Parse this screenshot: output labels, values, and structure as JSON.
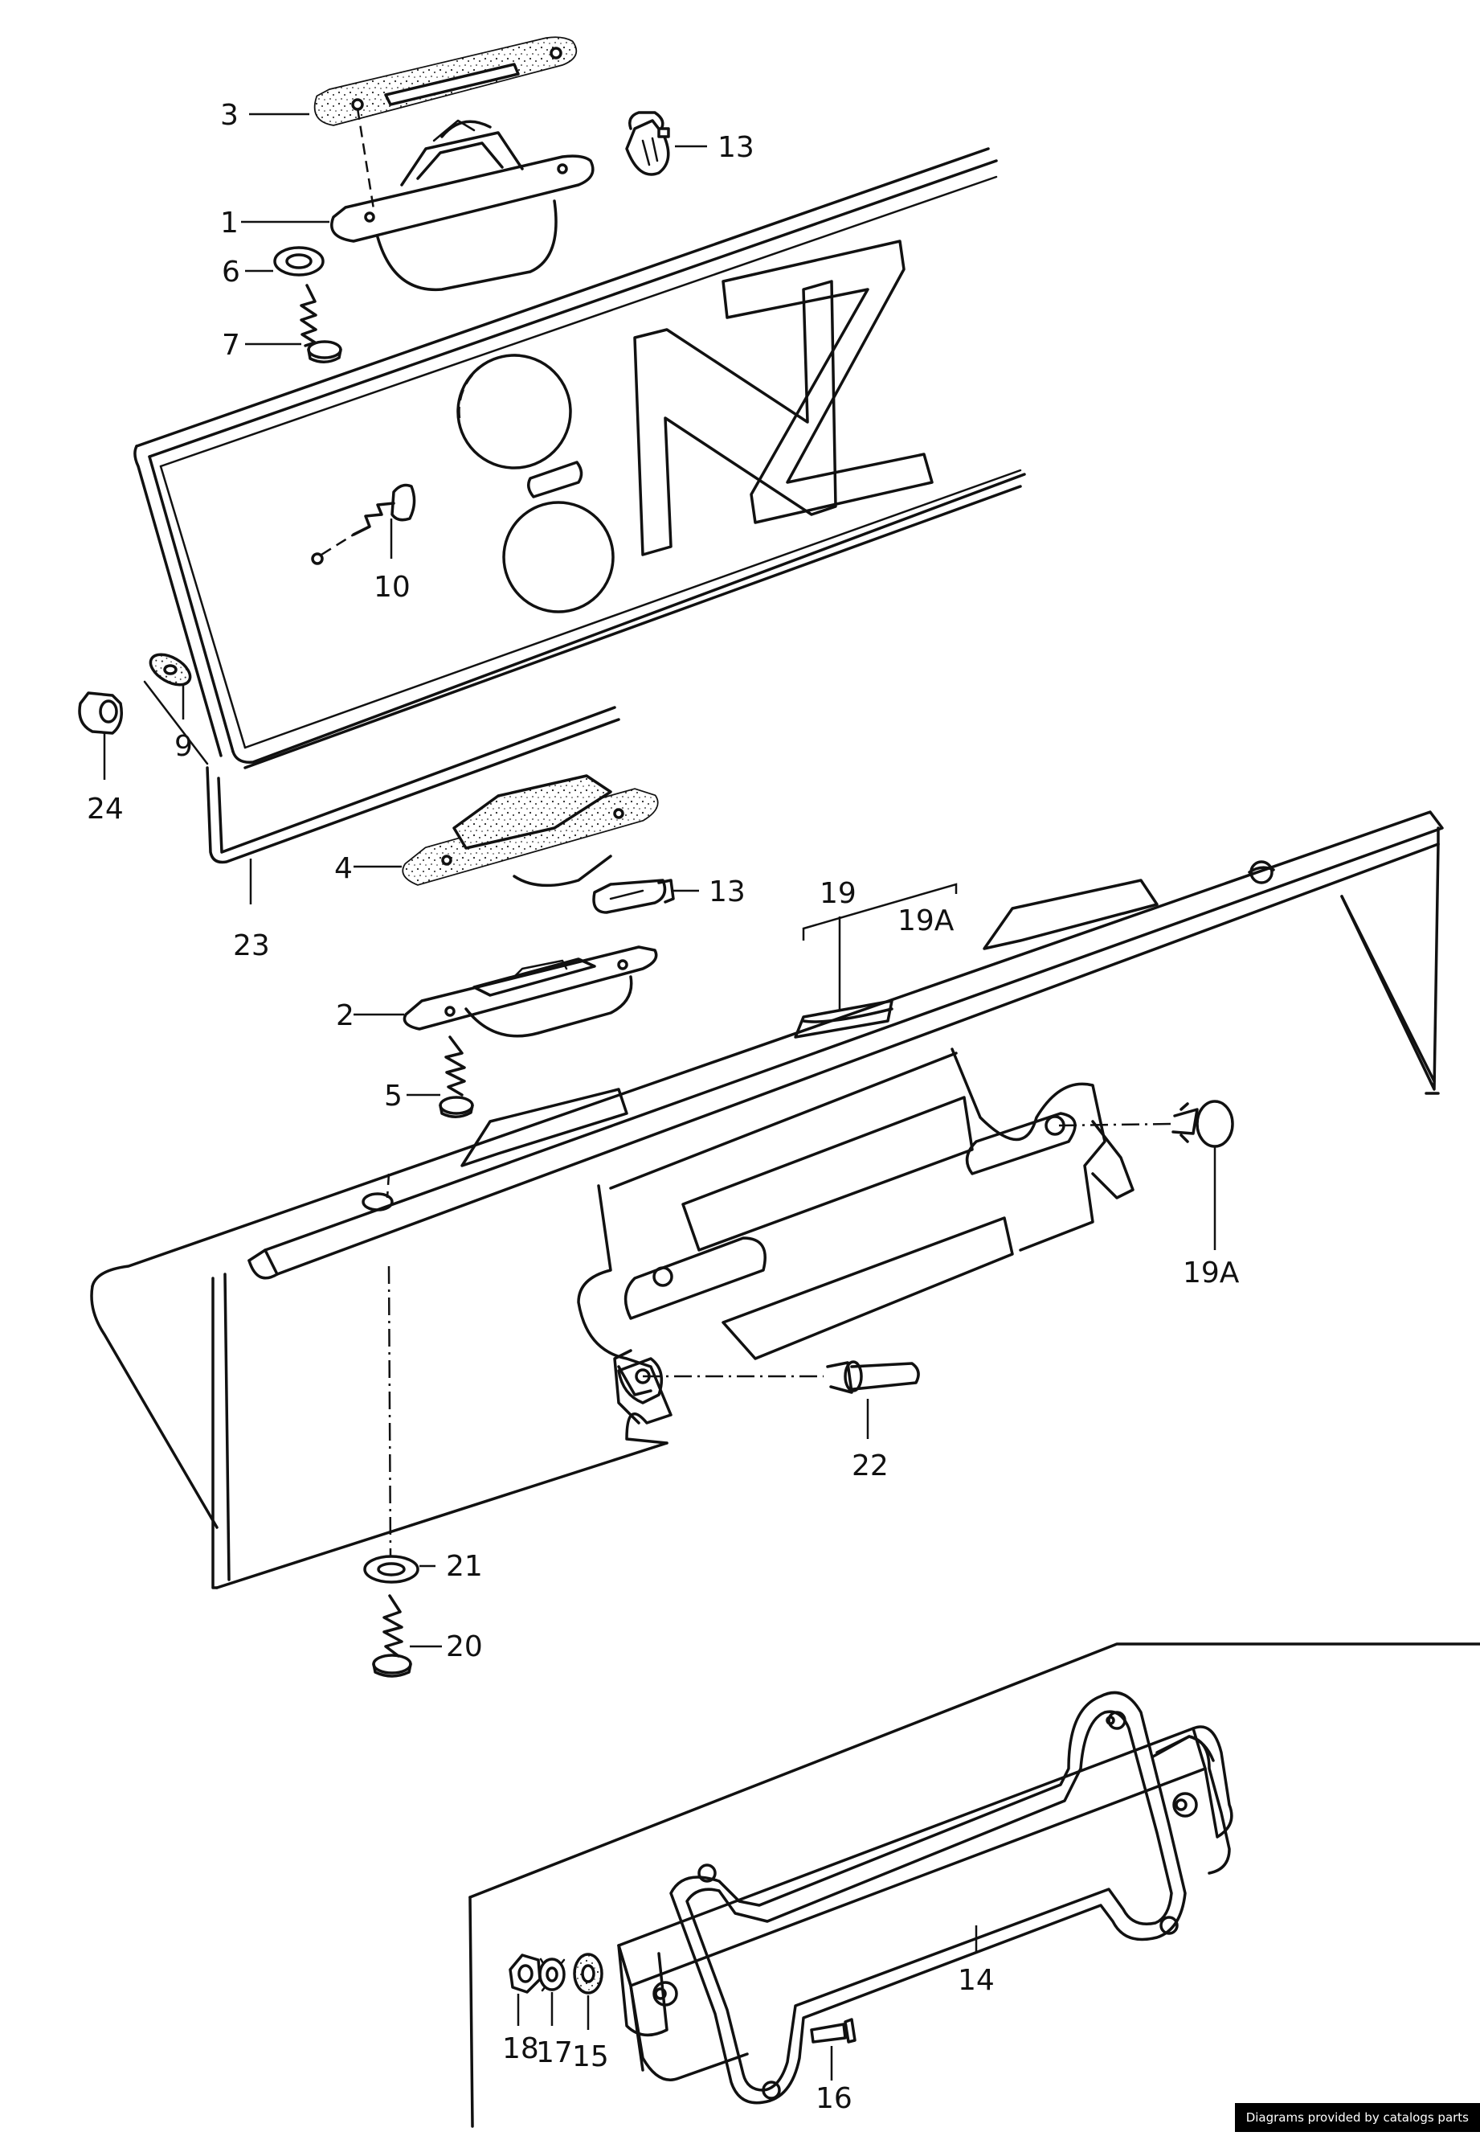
{
  "callouts": [
    {
      "id": "3",
      "text": "3"
    },
    {
      "id": "13a",
      "text": "13"
    },
    {
      "id": "1",
      "text": "1"
    },
    {
      "id": "6",
      "text": "6"
    },
    {
      "id": "7",
      "text": "7"
    },
    {
      "id": "10",
      "text": "10"
    },
    {
      "id": "9",
      "text": "9"
    },
    {
      "id": "24",
      "text": "24"
    },
    {
      "id": "23",
      "text": "23"
    },
    {
      "id": "4",
      "text": "4"
    },
    {
      "id": "13b",
      "text": "13"
    },
    {
      "id": "19",
      "text": "19"
    },
    {
      "id": "19Aa",
      "text": "19A"
    },
    {
      "id": "2",
      "text": "2"
    },
    {
      "id": "5",
      "text": "5"
    },
    {
      "id": "19Ab",
      "text": "19A"
    },
    {
      "id": "22",
      "text": "22"
    },
    {
      "id": "21",
      "text": "21"
    },
    {
      "id": "20",
      "text": "20"
    },
    {
      "id": "14",
      "text": "14"
    },
    {
      "id": "18",
      "text": "18"
    },
    {
      "id": "17",
      "text": "17"
    },
    {
      "id": "15",
      "text": "15"
    },
    {
      "id": "16",
      "text": "16"
    }
  ],
  "plate_text": "NZ",
  "watermark": "Diagrams provided by catalogs parts",
  "colors": {
    "ink": "#111111",
    "paper": "#ffffff",
    "badge_bg": "#000000",
    "badge_text": "#ffffff"
  }
}
